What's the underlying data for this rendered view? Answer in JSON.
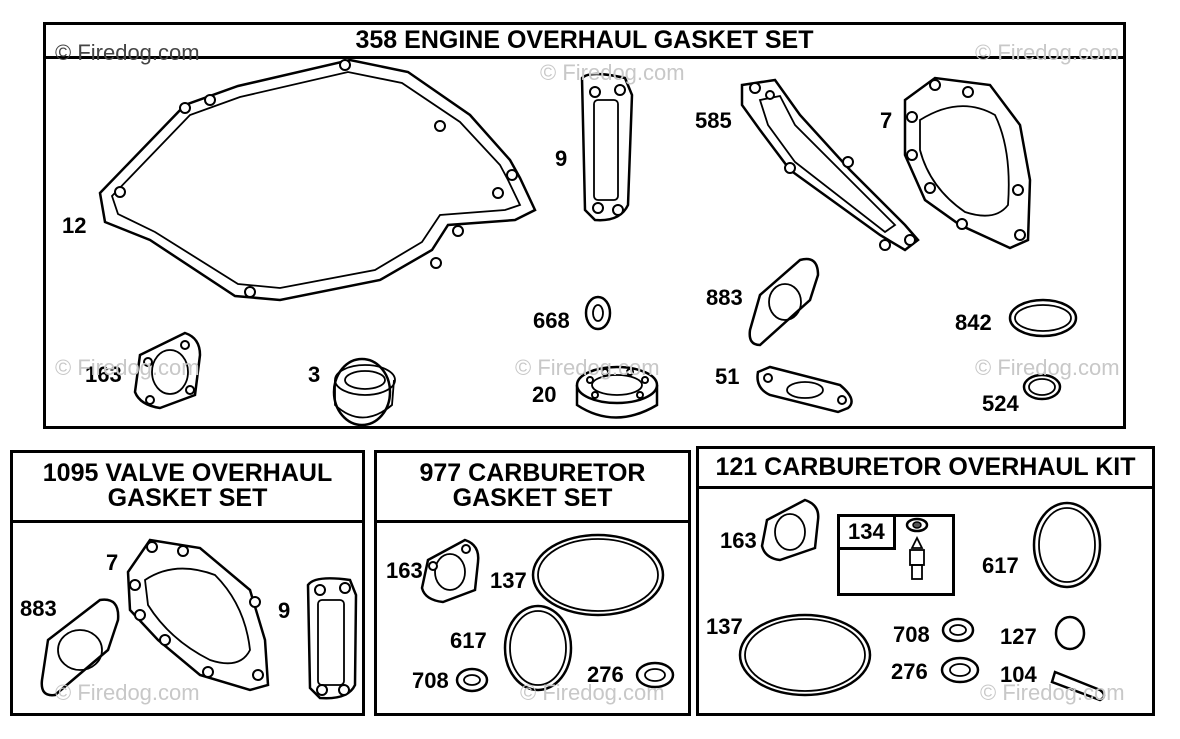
{
  "watermark": "© Firedog.com",
  "panels": {
    "engine": {
      "title": "358 ENGINE OVERHAUL GASKET SET"
    },
    "valve": {
      "title_line1": "1095 VALVE OVERHAUL",
      "title_line2": "GASKET SET"
    },
    "carb": {
      "title_line1": "977 CARBURETOR",
      "title_line2": "GASKET SET"
    },
    "carbkit": {
      "title": "121 CARBURETOR OVERHAUL KIT",
      "inset_label": "134"
    }
  },
  "callouts": {
    "engine": [
      "12",
      "9",
      "585",
      "7",
      "668",
      "883",
      "842",
      "163",
      "3",
      "20",
      "51",
      "524"
    ],
    "valve": [
      "7",
      "883",
      "9"
    ],
    "carb": [
      "163",
      "137",
      "617",
      "708",
      "276"
    ],
    "carbkit": [
      "163",
      "617",
      "137",
      "708",
      "127",
      "276",
      "104"
    ]
  }
}
